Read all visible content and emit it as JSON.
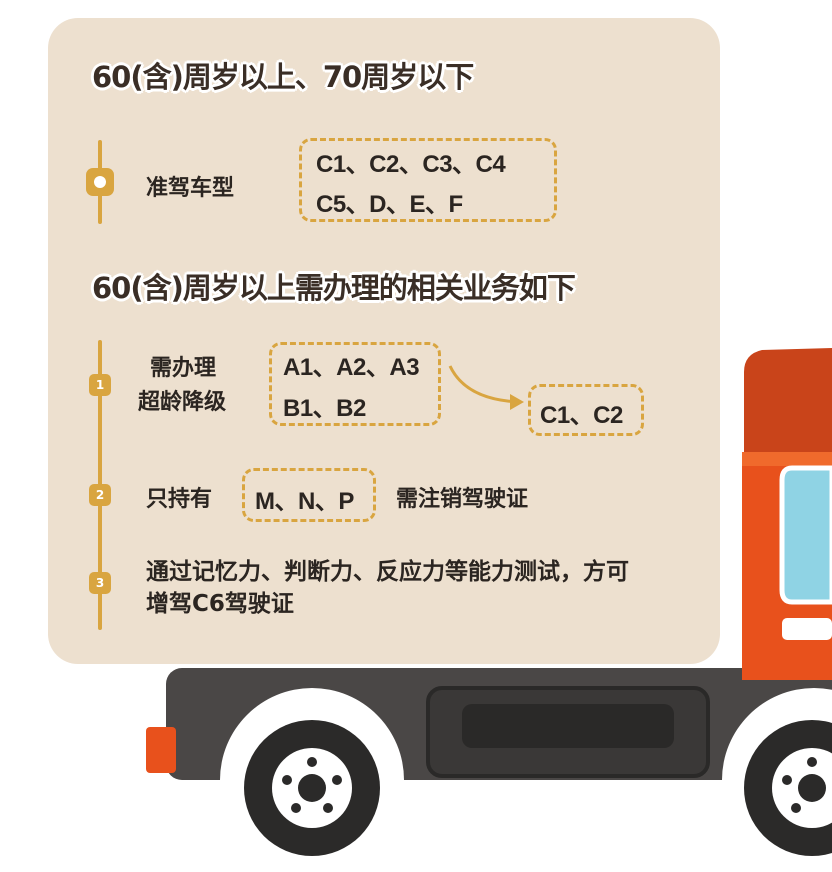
{
  "section1": {
    "title": "60(含)周岁以上、70周岁以下",
    "label": "准驾车型",
    "types_line1": "C1、C2、C3、C4",
    "types_line2": "C5、D、E、F"
  },
  "section2": {
    "title": "60(含)周岁以上需办理的相关业务如下",
    "items": [
      {
        "num": "1",
        "label_line1": "需办理",
        "label_line2": "超龄降级",
        "from_line1": "A1、A2、A3",
        "from_line2": "B1、B2",
        "to": "C1、C2"
      },
      {
        "num": "2",
        "label": "只持有",
        "types": "M、N、P",
        "suffix": "需注销驾驶证"
      },
      {
        "num": "3",
        "text": "通过记忆力、判断力、反应力等能力测试，方可增驾C6驾驶证"
      }
    ]
  },
  "colors": {
    "panel": "#ede0cf",
    "accent": "#d9a540",
    "truck_cab": "#e8511c",
    "truck_body": "#4a4746",
    "window": "#8fd3e4"
  },
  "icons": [
    "truck-illustration",
    "bullet-dot-icon",
    "arrow-right-icon"
  ]
}
